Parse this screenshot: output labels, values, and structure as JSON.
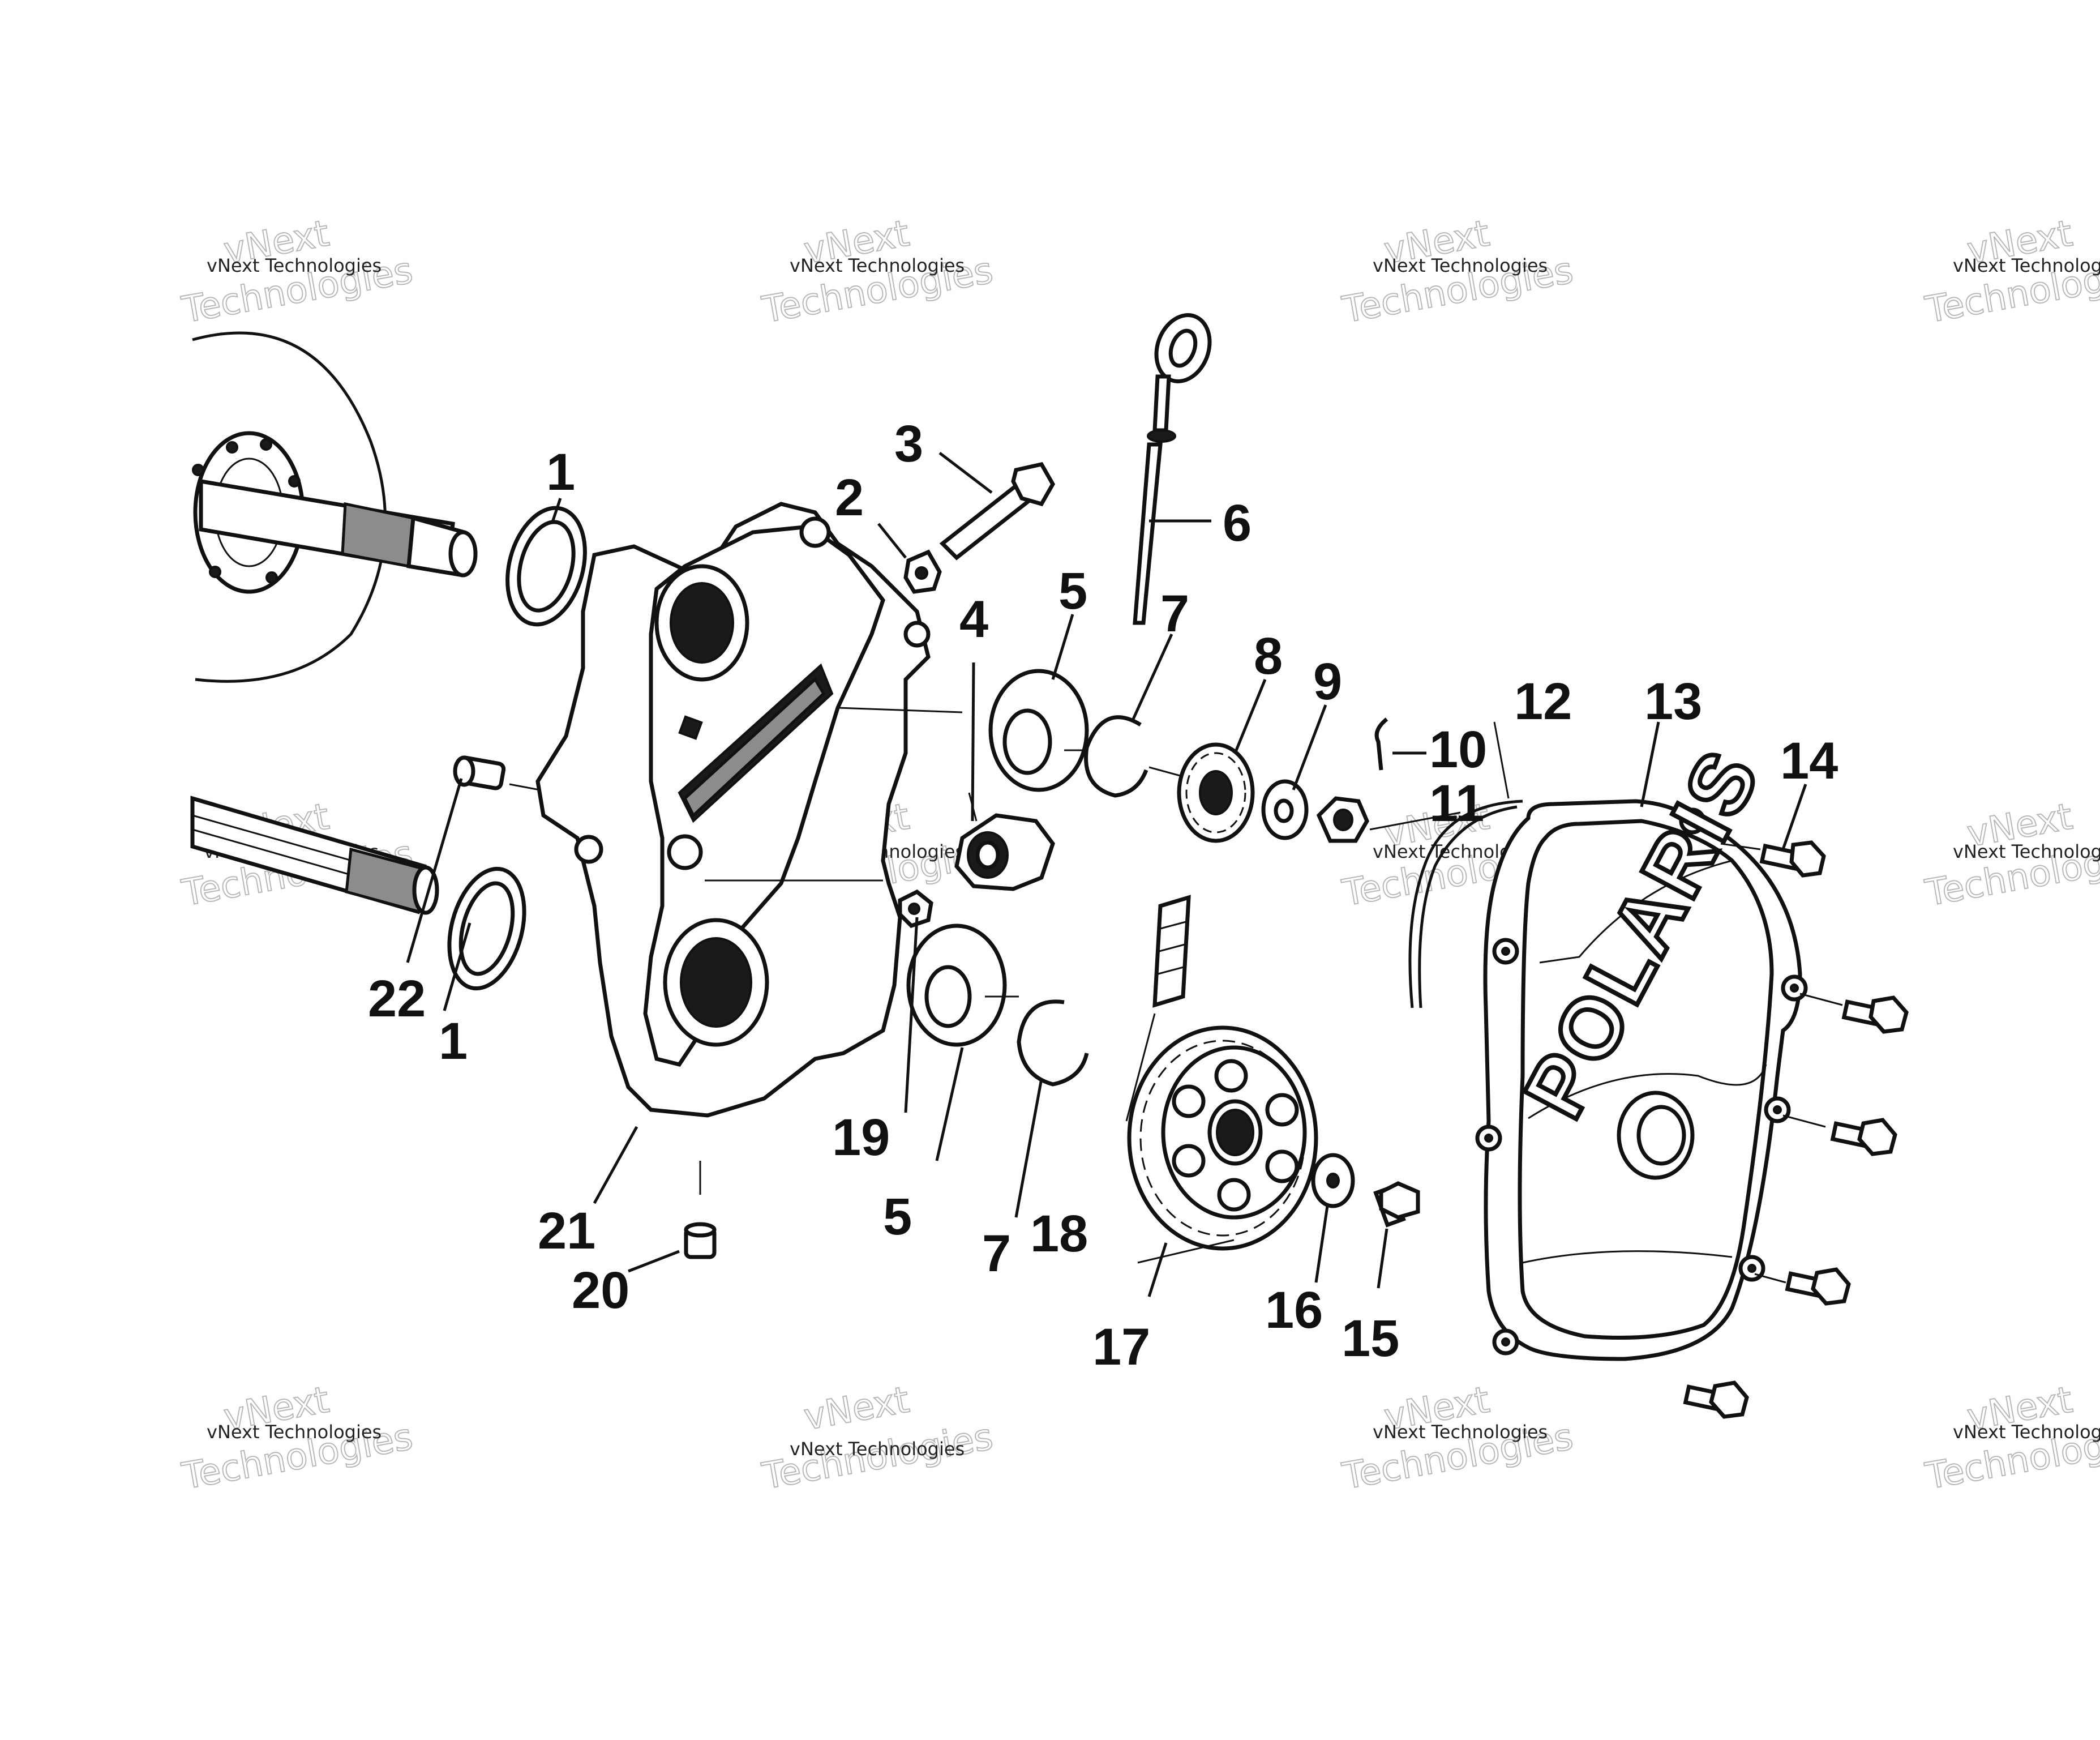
{
  "callouts": [
    {
      "id": "1a",
      "label": "1"
    },
    {
      "id": "1b",
      "label": "1"
    },
    {
      "id": "2",
      "label": "2"
    },
    {
      "id": "3",
      "label": "3"
    },
    {
      "id": "4",
      "label": "4"
    },
    {
      "id": "5a",
      "label": "5"
    },
    {
      "id": "5b",
      "label": "5"
    },
    {
      "id": "6",
      "label": "6"
    },
    {
      "id": "7a",
      "label": "7"
    },
    {
      "id": "7b",
      "label": "7"
    },
    {
      "id": "8",
      "label": "8"
    },
    {
      "id": "9",
      "label": "9"
    },
    {
      "id": "10",
      "label": "10"
    },
    {
      "id": "11",
      "label": "11"
    },
    {
      "id": "12",
      "label": "12"
    },
    {
      "id": "13",
      "label": "13"
    },
    {
      "id": "14",
      "label": "14"
    },
    {
      "id": "15",
      "label": "15"
    },
    {
      "id": "16",
      "label": "16"
    },
    {
      "id": "17",
      "label": "17"
    },
    {
      "id": "18",
      "label": "18"
    },
    {
      "id": "19",
      "label": "19"
    },
    {
      "id": "20",
      "label": "20"
    },
    {
      "id": "21",
      "label": "21"
    },
    {
      "id": "22",
      "label": "22"
    }
  ],
  "brand_logo_text": "POLARIS",
  "watermark": {
    "name": "vNext Technologies",
    "stamp_top": "vNext",
    "stamp_bottom": "Technologies"
  },
  "colors": {
    "ink": "#111111",
    "paper": "#ffffff",
    "watermark": "#b8b8b8"
  }
}
